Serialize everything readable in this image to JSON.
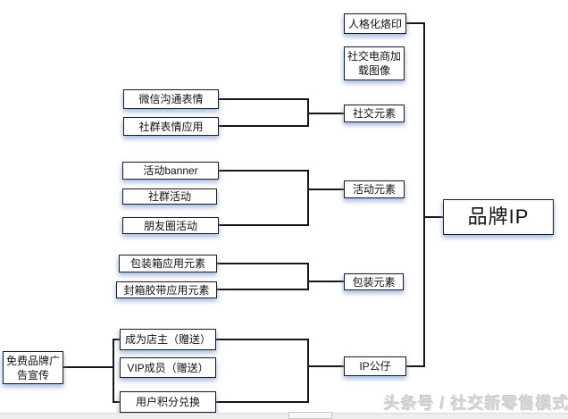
{
  "nodes": [
    {
      "id": "personified-brand-mark",
      "label": "人格化烙印"
    },
    {
      "id": "social-ecommerce-loading-image",
      "label": "社交电商加载图像"
    },
    {
      "id": "wechat-chat-emoji",
      "label": "微信沟通表情"
    },
    {
      "id": "community-emoji-usage",
      "label": "社群表情应用"
    },
    {
      "id": "social-elements",
      "label": "社交元素"
    },
    {
      "id": "activity-banner",
      "label": "活动banner"
    },
    {
      "id": "community-activity",
      "label": "社群活动"
    },
    {
      "id": "moments-activity",
      "label": "朋友圈活动"
    },
    {
      "id": "activity-elements",
      "label": "活动元素"
    },
    {
      "id": "packing-box-elements",
      "label": "包装箱应用元素"
    },
    {
      "id": "sealing-tape-elements",
      "label": "封箱胶带应用元素"
    },
    {
      "id": "packaging-elements",
      "label": "包装元素"
    },
    {
      "id": "become-shop-owner-gift",
      "label": "成为店主（赠送）"
    },
    {
      "id": "vip-member-gift",
      "label": "VIP成员（赠送）"
    },
    {
      "id": "user-points-redeem",
      "label": "用户积分兑换"
    },
    {
      "id": "ip-doll",
      "label": "IP公仔"
    },
    {
      "id": "free-brand-advertising",
      "label": "免费品牌广告宣传"
    },
    {
      "id": "brand-ip",
      "label": "品牌IP"
    }
  ],
  "watermark": {
    "text": "头条号 / 社交新零售模式"
  },
  "colors": {
    "background": "#ffffff",
    "box_background": "#ffffff",
    "box_border": "#1c1c1c",
    "connector_line": "#161616",
    "box_shadow": "rgba(122,160,214,0.5)",
    "watermark_text": "#d8d8d8"
  }
}
